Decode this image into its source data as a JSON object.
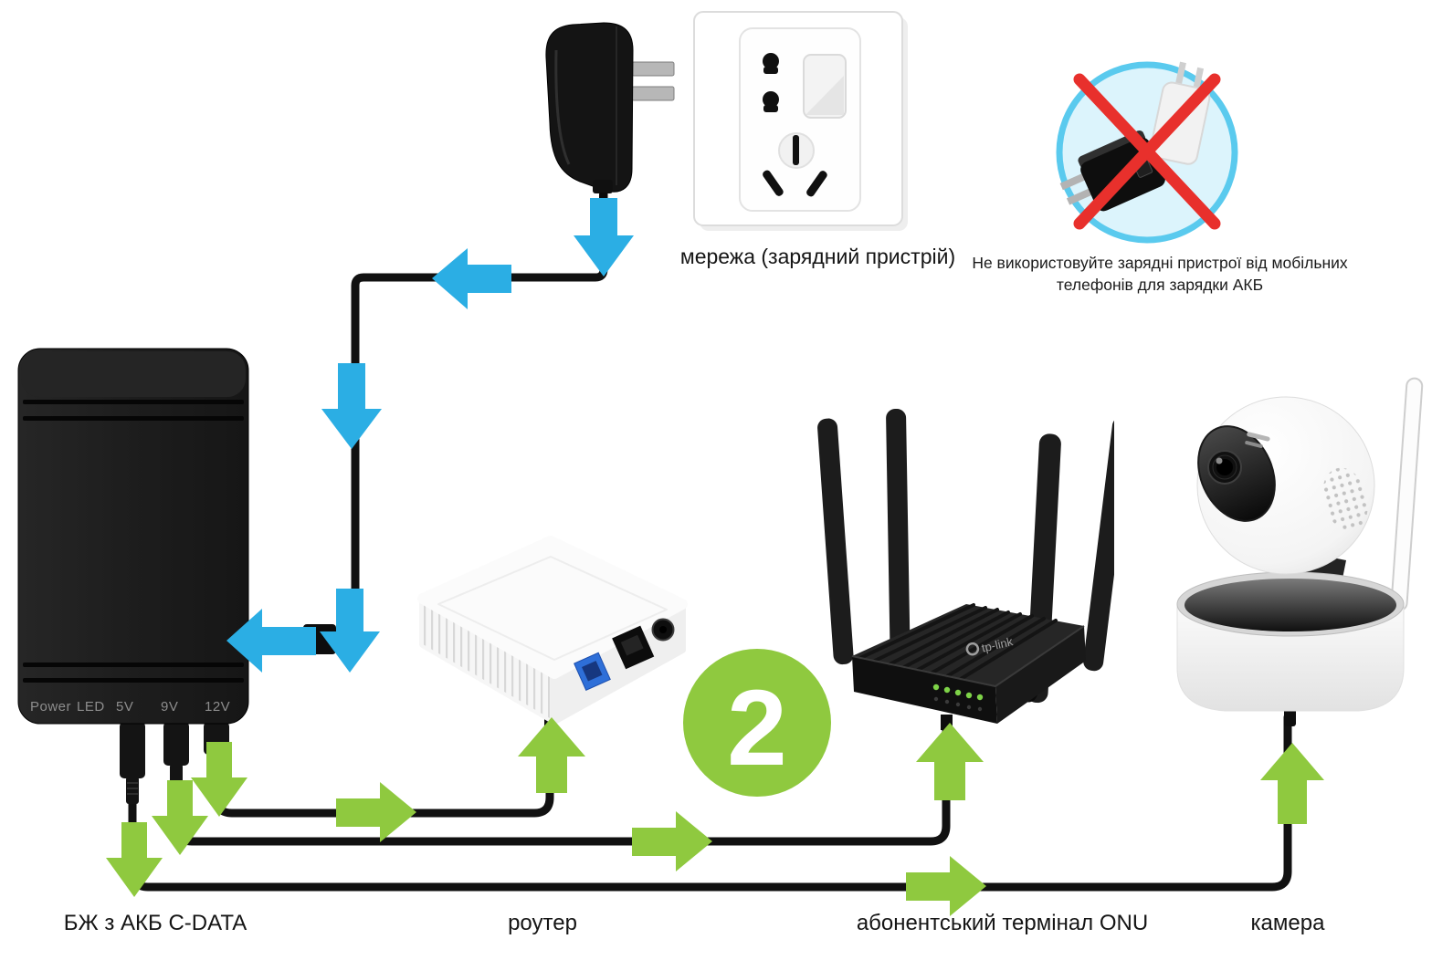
{
  "step_badge": {
    "number": "2"
  },
  "labels": {
    "socket": "мережа (зарядний пристрій)",
    "warning_line1": "Не використовуйте зарядні пристрої від мобільних",
    "warning_line2": "телефонів для зарядки  АКБ",
    "psu": "БЖ з АКБ C-DATA",
    "router": "роутер",
    "onu": "абонентський термінал ONU",
    "camera": "камера"
  },
  "psu_panel": {
    "ports": [
      "Power",
      "LED",
      "5V",
      "9V",
      "12V"
    ]
  },
  "tplink": {
    "logo": "tp-link"
  },
  "colors": {
    "arrow_blue": "#2BAEE4",
    "arrow_green": "#8FC93F",
    "badge_green": "#8FC93F",
    "cross_red": "#E8302C",
    "warning_ring": "#5ACAEE",
    "warning_fill": "#DCF4FC",
    "cable": "#111111",
    "led_green": "#7ED348"
  }
}
